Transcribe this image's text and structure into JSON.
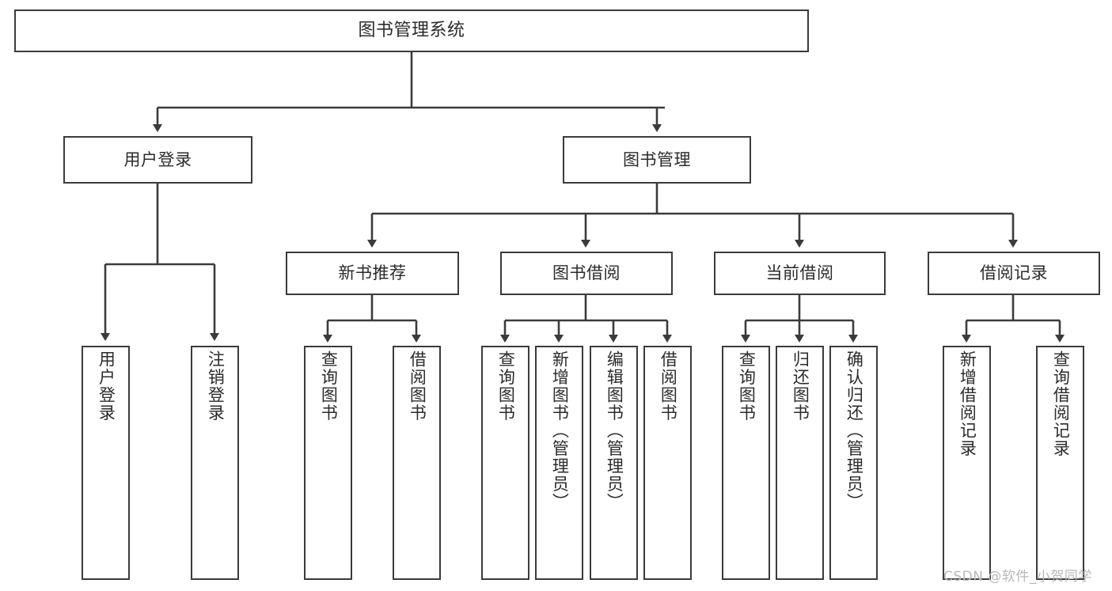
{
  "diagram": {
    "title": "图书管理系统",
    "type": "tree-structure-chart",
    "root": {
      "label": "图书管理系统"
    },
    "level2": [
      {
        "label": "用户登录"
      },
      {
        "label": "图书管理"
      }
    ],
    "level3": [
      {
        "label": "新书推荐"
      },
      {
        "label": "图书借阅"
      },
      {
        "label": "当前借阅"
      },
      {
        "label": "借阅记录"
      }
    ],
    "leaves": {
      "user_login": [
        {
          "label": "用户登录"
        },
        {
          "label": "注销登录"
        }
      ],
      "new_book_recommend": [
        {
          "label": "查询图书"
        },
        {
          "label": "借阅图书"
        }
      ],
      "book_borrow": [
        {
          "label": "查询图书"
        },
        {
          "label": "新增图书（管理员）"
        },
        {
          "label": "编辑图书（管理员）"
        },
        {
          "label": "借阅图书"
        }
      ],
      "current_borrow": [
        {
          "label": "查询图书"
        },
        {
          "label": "归还图书"
        },
        {
          "label": "确认归还（管理员）"
        }
      ],
      "borrow_record": [
        {
          "label": "新增借阅记录"
        },
        {
          "label": "查询借阅记录"
        }
      ]
    }
  },
  "watermark": {
    "text": "CSDN @软件_小贺同学"
  },
  "colors": {
    "stroke": "#3b3b3b",
    "background": "#ffffff",
    "text": "#2b2b2b",
    "watermark": "#b9b9b9"
  }
}
